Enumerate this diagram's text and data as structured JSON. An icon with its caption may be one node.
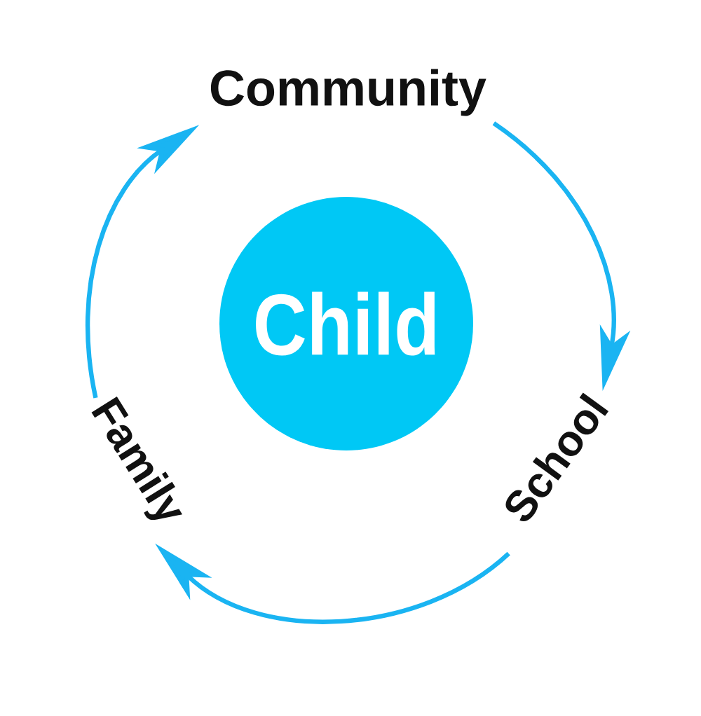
{
  "diagram": {
    "nodes": [
      {
        "text": [
          "Child"
        ]
      },
      {
        "text": [
          "Community"
        ]
      },
      {
        "text": [
          "School"
        ]
      },
      {
        "text": [
          "Family"
        ]
      }
    ],
    "edges": [
      {
        "from": 1,
        "to": 2,
        "arrow": "to"
      },
      {
        "from": 2,
        "to": 3,
        "arrow": "to"
      },
      {
        "from": 3,
        "to": 1,
        "arrow": "to"
      }
    ]
  }
}
